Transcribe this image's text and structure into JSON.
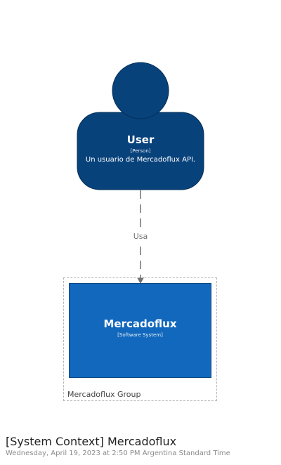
{
  "person": {
    "name": "User",
    "type": "[Person]",
    "description": "Un usuario de Mercadoflux API.",
    "color": "#08427b"
  },
  "relationship": {
    "label": "Usa",
    "color": "#707070"
  },
  "group": {
    "label": "Mercadoflux Group"
  },
  "system": {
    "name": "Mercadoflux",
    "type": "[Software System]",
    "color": "#1168bd"
  },
  "view": {
    "title": "[System Context] Mercadoflux",
    "subtitle": "Wednesday, April 19, 2023 at 2:50 PM Argentina Standard Time"
  }
}
